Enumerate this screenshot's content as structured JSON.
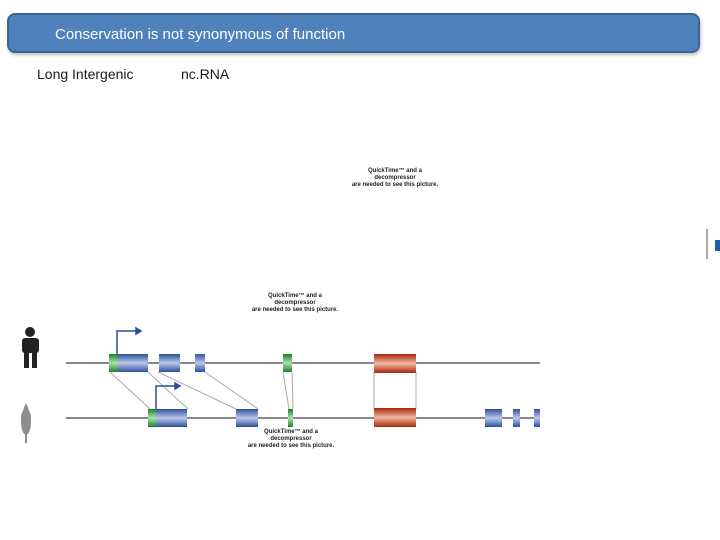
{
  "slide": {
    "title": "Conservation is not synonymous of function",
    "subtitle_left": "Long Intergenic",
    "subtitle_right": "nc.RNA"
  },
  "placeholders": [
    {
      "line1": "QuickTime™ and a",
      "line2": "decompressor",
      "line3": "are needed to see this picture."
    },
    {
      "line1": "QuickTime™ and a",
      "line2": "decompressor",
      "line3": "are needed to see this picture."
    },
    {
      "line1": "QuickTime™ and a",
      "line2": "decompressor",
      "line3": "are needed to see this picture."
    }
  ],
  "species_icons": [
    "human-icon",
    "mouse-icon"
  ],
  "colors": {
    "banner": "#4f81bd",
    "exon_blue": "#4a66b0",
    "exon_green": "#3aa645",
    "exon_red": "#c23a1a",
    "connector": "#aaaaaa",
    "arrow": "#2b4d9e"
  }
}
